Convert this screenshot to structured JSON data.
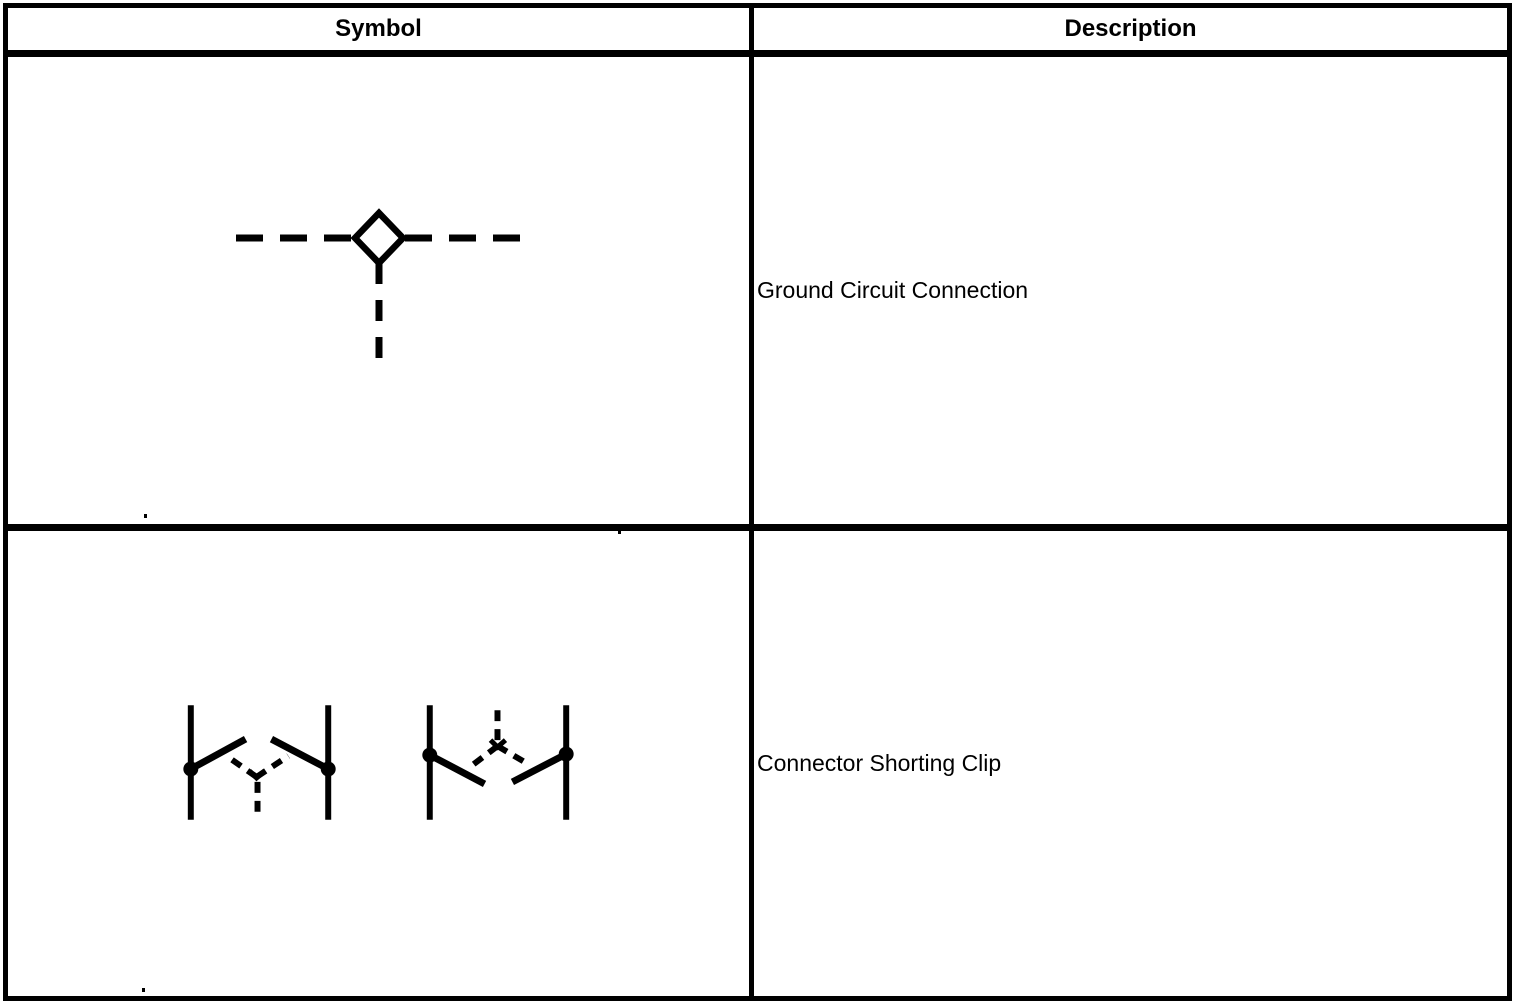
{
  "colors": {
    "line": "#000000",
    "background": "#ffffff"
  },
  "table": {
    "columns": [
      {
        "label": "Symbol"
      },
      {
        "label": "Description"
      }
    ],
    "rows": [
      {
        "icon": "ground-circuit-connection-icon",
        "description": "Ground Circuit Connection"
      },
      {
        "icon": "connector-shorting-clip-icon",
        "description": "Connector Shorting Clip"
      }
    ]
  }
}
